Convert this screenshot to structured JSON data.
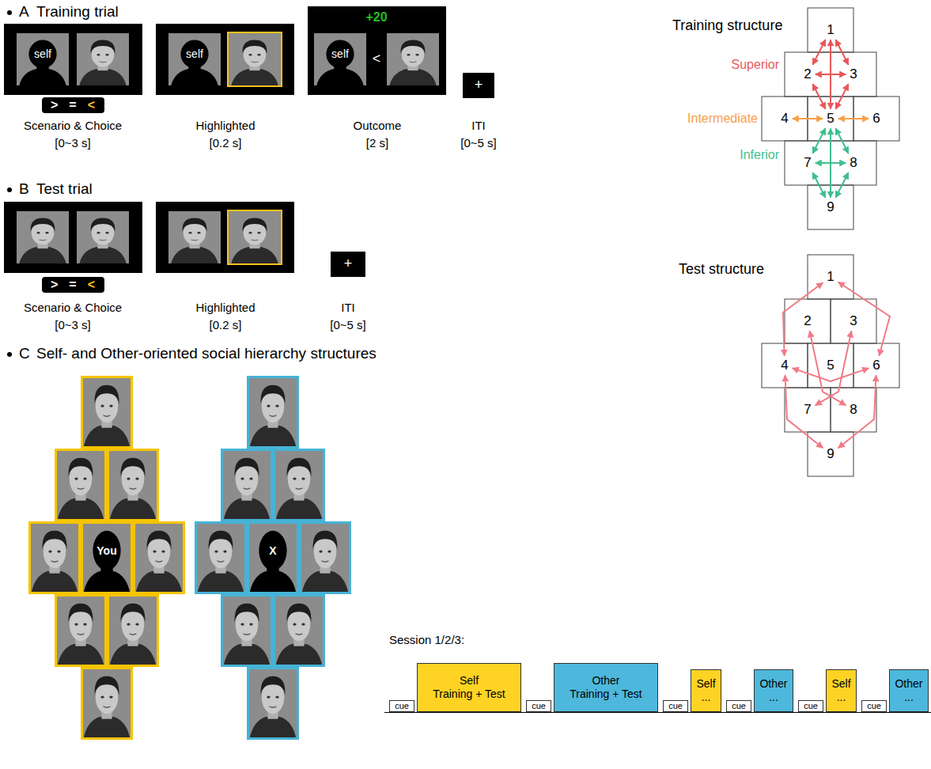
{
  "diagram": {
    "nodes": [
      {
        "text": [
          "self"
        ]
      },
      {
        "text": [
          ">",
          "=",
          "<"
        ]
      },
      {
        "text": [
          "self"
        ]
      },
      {
        "text": [
          "+20",
          "self",
          "<"
        ]
      },
      {
        "text": [
          "+"
        ]
      },
      {
        "text": [
          "1"
        ]
      },
      {
        "text": [
          "2"
        ]
      },
      {
        "text": [
          "3"
        ]
      },
      {
        "text": [
          "4"
        ]
      },
      {
        "text": [
          "5"
        ]
      },
      {
        "text": [
          "6"
        ]
      },
      {
        "text": [
          "7"
        ]
      },
      {
        "text": [
          "8"
        ]
      },
      {
        "text": [
          "9"
        ]
      },
      {
        "text": [
          ">",
          "=",
          "<"
        ]
      },
      {
        "text": [
          "+"
        ]
      },
      {
        "text": [
          "1"
        ]
      },
      {
        "text": [
          "2"
        ]
      },
      {
        "text": [
          "3"
        ]
      },
      {
        "text": [
          "4"
        ]
      },
      {
        "text": [
          "5"
        ]
      },
      {
        "text": [
          "6"
        ]
      },
      {
        "text": [
          "7"
        ]
      },
      {
        "text": [
          "8"
        ]
      },
      {
        "text": [
          "9"
        ]
      },
      {
        "text": [
          "cue"
        ]
      },
      {
        "text": [
          "Self",
          "Training + Test"
        ]
      },
      {
        "text": [
          "cue"
        ]
      },
      {
        "text": [
          "Other",
          "Training + Test"
        ]
      },
      {
        "text": [
          "cue"
        ]
      },
      {
        "text": [
          "Self",
          "..."
        ]
      },
      {
        "text": [
          "cue"
        ]
      },
      {
        "text": [
          "Other",
          "..."
        ]
      },
      {
        "text": [
          "cue"
        ]
      },
      {
        "text": [
          "Self",
          "..."
        ]
      },
      {
        "text": [
          "cue"
        ]
      },
      {
        "text": [
          "Other",
          "..."
        ]
      }
    ],
    "edges": [
      {
        "from": 5,
        "to": 6,
        "arrow": "both"
      },
      {
        "from": 5,
        "to": 7,
        "arrow": "both"
      },
      {
        "from": 6,
        "to": 7,
        "arrow": "both"
      },
      {
        "from": 5,
        "to": 9,
        "arrow": "both"
      },
      {
        "from": 6,
        "to": 9,
        "arrow": "both"
      },
      {
        "from": 7,
        "to": 9,
        "arrow": "both"
      },
      {
        "from": 8,
        "to": 9,
        "arrow": "both"
      },
      {
        "from": 9,
        "to": 10,
        "arrow": "both"
      },
      {
        "from": 9,
        "to": 11,
        "arrow": "both"
      },
      {
        "from": 9,
        "to": 12,
        "arrow": "both"
      },
      {
        "from": 11,
        "to": 12,
        "arrow": "both"
      },
      {
        "from": 11,
        "to": 13,
        "arrow": "both"
      },
      {
        "from": 12,
        "to": 13,
        "arrow": "both"
      },
      {
        "from": 9,
        "to": 13,
        "arrow": "both"
      },
      {
        "from": 16,
        "to": 21,
        "arrow": "both"
      },
      {
        "from": 16,
        "to": 19,
        "arrow": "both"
      },
      {
        "from": 17,
        "to": 23,
        "arrow": "both"
      },
      {
        "from": 18,
        "to": 22,
        "arrow": "both"
      },
      {
        "from": 19,
        "to": 21,
        "arrow": "both"
      },
      {
        "from": 19,
        "to": 24,
        "arrow": "both"
      },
      {
        "from": 21,
        "to": 24,
        "arrow": "both"
      }
    ],
    "labels": [
      "A",
      "Training trial",
      "Scenario & Choice",
      "[0~3 s]",
      "Highlighted",
      "[0.2 s]",
      "Outcome",
      "[2 s]",
      "ITI",
      "[0~5 s]",
      "Training structure",
      "Superior",
      "Intermediate",
      "Inferior",
      "B",
      "Test trial",
      "Scenario & Choice",
      "[0~3 s]",
      "Highlighted",
      "[0.2 s]",
      "ITI",
      "[0~5 s]",
      "Test structure",
      "C",
      "Self- and Other-oriented social hierarchy structures",
      "You",
      "X",
      "Session 1/2/3:"
    ]
  }
}
